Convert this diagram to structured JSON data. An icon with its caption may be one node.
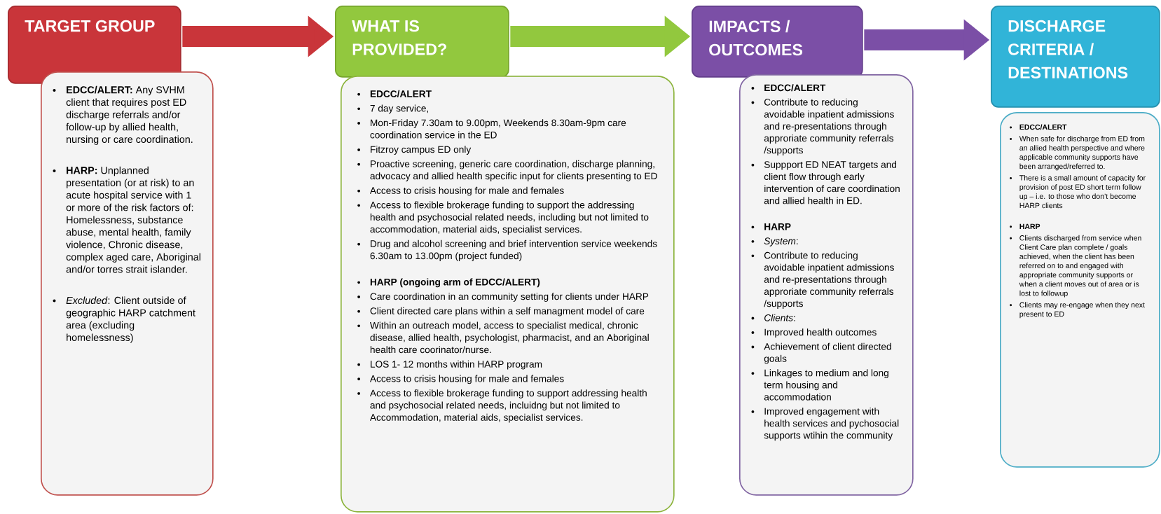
{
  "diagram": {
    "nodes": [
      {
        "text": [
          "TARGET GROUP"
        ]
      },
      {
        "text": [
          "**EDCC/ALERT:** Any SVHM client that requires post ED discharge referrals and/or follow-up by allied health, nursing or care coordination.",
          "**HARP:** Unplanned presentation (or at risk) to an acute hospital service with 1 or more of the risk factors of: Homelessness, substance abuse, mental health, family violence, Chronic disease, complex aged care, Aboriginal and/or torres strait islander.",
          "*Excluded*: Client outside of geographic HARP catchment area (excluding homelessness)"
        ]
      },
      {
        "text": [
          "WHAT IS PROVIDED?"
        ]
      },
      {
        "text": [
          "EDCC/ALERT",
          "7 day service,",
          "Mon-Friday 7.30am to 9.00pm, Weekends 8.30am-9pm care coordination service in the ED",
          "Fitzroy campus ED only",
          "Proactive screening, generic care coordination, discharge planning, advocacy and allied health specific input for clients presenting to ED",
          "Access to crisis housing for male and females",
          "Access to flexible brokerage funding to support the addressing health and psychosocial related needs, including but not limited to accommodation, material aids, specialist services.",
          "Drug and alcohol screening and brief intervention service weekends 6.30am to 13.00pm (project funded)",
          "HARP (ongoing arm of EDCC/ALERT)",
          "Care coordination in an community setting for clients under HARP",
          "Client directed care plans within a self managment model of care",
          "Within an outreach model, access to specialist medical, chronic disease, allied health, psychologist, pharmacist, and an Aboriginal health care coorinator/nurse.",
          "LOS 1- 12 months within HARP program",
          "Access to crisis housing for male and females",
          "Access to flexible brokerage funding to support addressing health and psychosocial related needs, incluidng but not limited to Accommodation, material aids, specialist services."
        ]
      },
      {
        "text": [
          "IMPACTS / OUTCOMES"
        ]
      },
      {
        "text": [
          "EDCC/ALERT",
          "Contribute to reducing avoidable inpatient admissions and re-presentations through approriate community referrals /supports",
          "Suppport ED NEAT targets and client flow through early intervention of care coordination and allied health in ED.",
          "HARP",
          "*System*:",
          "Contribute to reducing avoidable inpatient admissions and re-presentations through approriate community referrals /supports",
          "*Clients*:",
          "Improved health outcomes",
          "Achievement of client directed goals",
          "Linkages to medium and long term housing and accommodation",
          "Improved engagement with health services and pychosocial supports wtihin the community"
        ]
      },
      {
        "text": [
          "DISCHARGE CRITERIA / DESTINATIONS"
        ]
      },
      {
        "text": [
          "EDCC/ALERT",
          "When safe for discharge from ED from an allied health perspective and where applicable community supports have been arranged/referred to.",
          "There is a small amount of capacity for provision of post ED short term follow up – i.e. to those who don’t become HARP clients",
          "HARP",
          "Clients discharged from service when Client Care plan complete / goals achieved, when the client has been referred on to and engaged with appropriate community supports or when a client moves out of area or is lost to followup",
          "Clients may re-engage when they next present to ED"
        ]
      }
    ],
    "edges": [
      {
        "from": 0,
        "to": 2,
        "arrow": "to",
        "color": "#c9353a"
      },
      {
        "from": 2,
        "to": 4,
        "arrow": "to",
        "color": "#92c83e"
      },
      {
        "from": 4,
        "to": 6,
        "arrow": "to",
        "color": "#7b4fa6"
      }
    ]
  }
}
